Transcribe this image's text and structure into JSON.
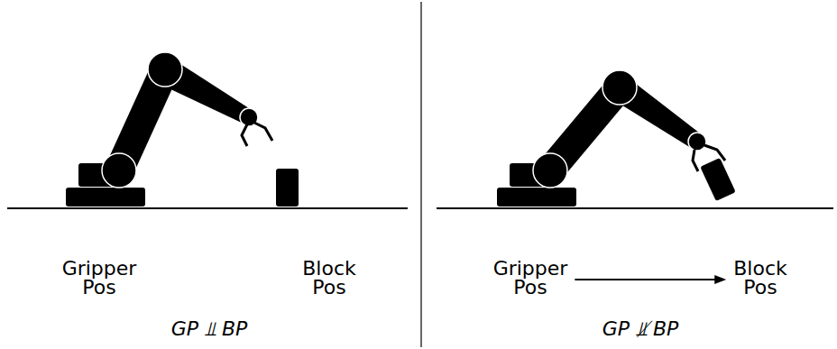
{
  "diagram": {
    "nodes": [
      {
        "text": [
          "Gripper Pos"
        ]
      },
      {
        "text": [
          "Block Pos"
        ]
      },
      {
        "text": [
          "Gripper Pos"
        ]
      },
      {
        "text": [
          "Block Pos"
        ]
      }
    ],
    "edges": [
      {
        "from": 2,
        "to": 3,
        "arrow": "to"
      }
    ],
    "labels": [
      "GP ⫫ BP",
      "GP ⫫̸ BP"
    ]
  }
}
